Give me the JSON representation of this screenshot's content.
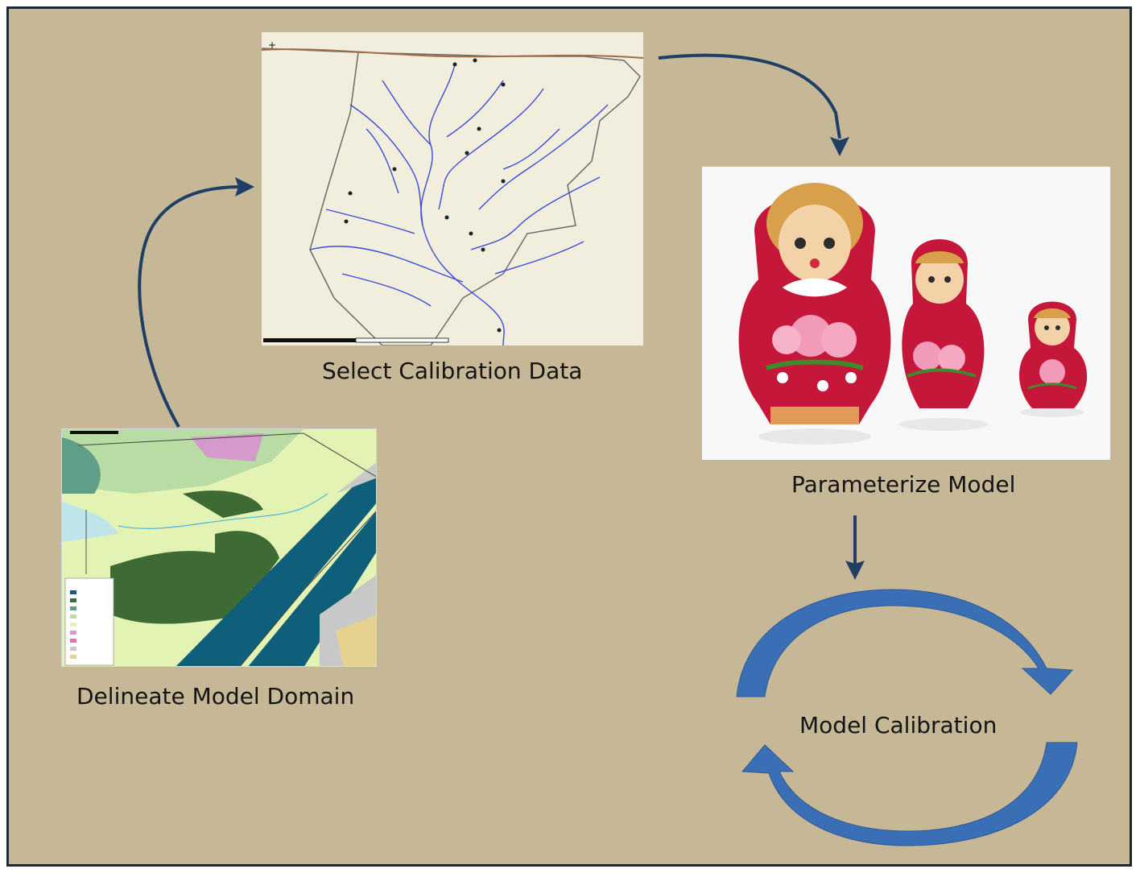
{
  "steps": {
    "delineate": "Delineate Model Domain",
    "calibration_data": "Select Calibration Data",
    "parameterize": "Parameterize Model",
    "calibration": "Model Calibration"
  },
  "colors": {
    "background": "#c6b896",
    "frame_border": "#1b2a3a",
    "arrow": "#1f3f66",
    "cycle_arrow": "#3a6fb5"
  }
}
